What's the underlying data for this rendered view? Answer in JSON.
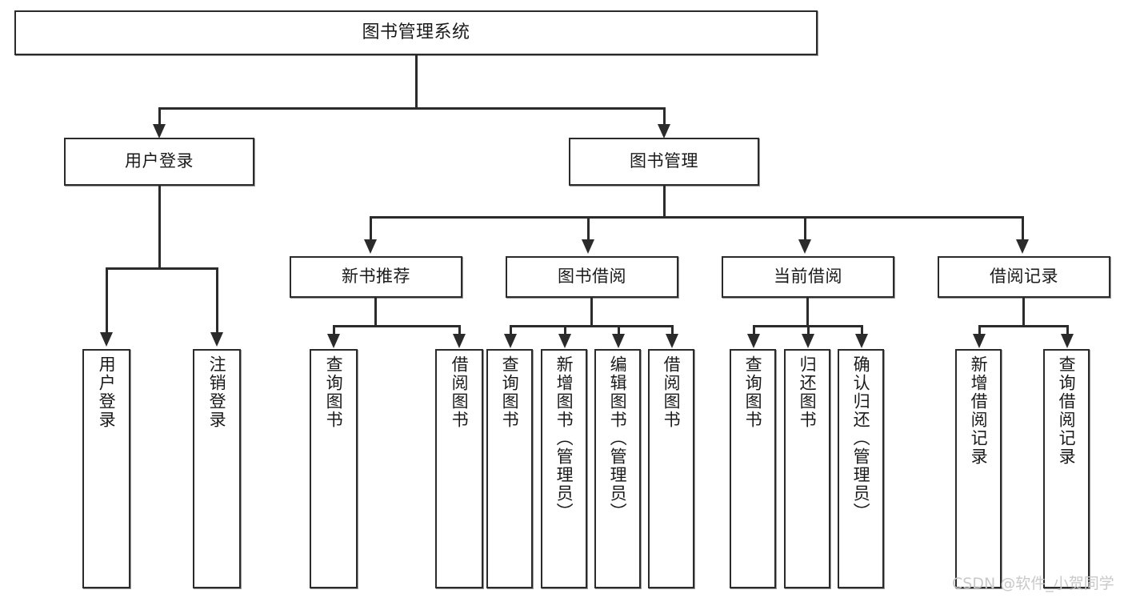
{
  "diagram": {
    "type": "tree-hierarchy-chart",
    "title": "图书管理系统",
    "background_color": "#ffffff",
    "line_color": "#2b2b2b",
    "box_fill": "#ffffff",
    "text_color": "#1a1a1a"
  },
  "watermark": {
    "text": "CSDN @软件_小贺同学",
    "color": "#c9c9c9"
  },
  "nodes": {
    "root": {
      "label": "图书管理系统",
      "level": 1
    },
    "level2": [
      {
        "id": "user-login",
        "label": "用户登录"
      },
      {
        "id": "book-management",
        "label": "图书管理"
      }
    ],
    "level3": [
      {
        "id": "new-book-recommend",
        "label": "新书推荐"
      },
      {
        "id": "book-borrow",
        "label": "图书借阅"
      },
      {
        "id": "current-borrow",
        "label": "当前借阅"
      },
      {
        "id": "borrow-record",
        "label": "借阅记录"
      }
    ],
    "leaves": {
      "user-login": [
        {
          "id": "user-login-leaf",
          "label": "用户登录"
        },
        {
          "id": "logout-leaf",
          "label": "注销登录"
        }
      ],
      "new-book-recommend": [
        {
          "id": "query-book-1",
          "label": "查询图书"
        },
        {
          "id": "borrow-book-1",
          "label": "借阅图书"
        }
      ],
      "book-borrow": [
        {
          "id": "query-book-2",
          "label": "查询图书"
        },
        {
          "id": "add-book",
          "label": "新增图书（管理员）"
        },
        {
          "id": "edit-book",
          "label": "编辑图书（管理员）"
        },
        {
          "id": "borrow-book-2",
          "label": "借阅图书"
        }
      ],
      "current-borrow": [
        {
          "id": "query-book-3",
          "label": "查询图书"
        },
        {
          "id": "return-book",
          "label": "归还图书"
        },
        {
          "id": "confirm-return",
          "label": "确认归还（管理员）"
        }
      ],
      "borrow-record": [
        {
          "id": "add-record",
          "label": "新增借阅记录"
        },
        {
          "id": "query-record",
          "label": "查询借阅记录"
        }
      ]
    }
  }
}
